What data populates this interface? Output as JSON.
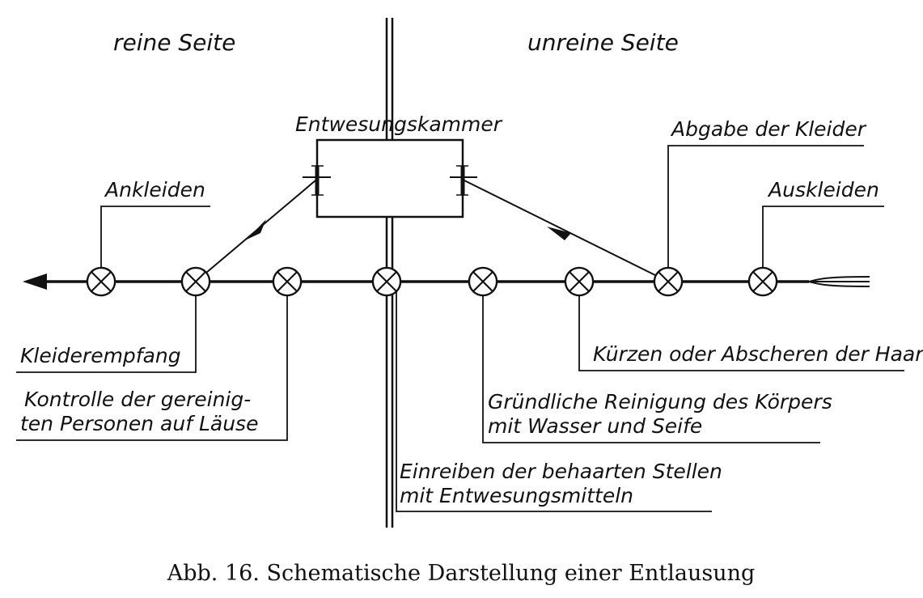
{
  "sides": {
    "clean": "reine Seite",
    "unclean": "unreine Seite"
  },
  "chamber": "Entwesungskammer",
  "labels": {
    "ankleiden": "Ankleiden",
    "abgabe": "Abgabe der Kleider",
    "auskleiden": "Auskleiden",
    "kleiderempfang": "Kleiderempfang",
    "kontrolle_1": "Kontrolle der gereinig-",
    "kontrolle_2": "ten Personen auf Läuse",
    "kuerzen": "Kürzen oder Abscheren der Haare",
    "reinigung_1": "Gründliche Reinigung des Körpers",
    "reinigung_2": "mit Wasser und Seife",
    "einreiben_1": "Einreiben der behaarten Stellen",
    "einreiben_2": "mit Entwesungsmitteln"
  },
  "caption": "Abb. 16. Schematische Darstellung einer Entlausung"
}
